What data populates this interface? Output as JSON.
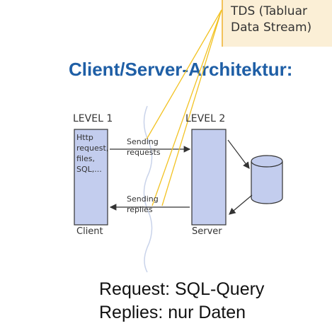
{
  "callout": {
    "line1": "TDS (Tabluar",
    "line2": "Data Stream)"
  },
  "heading": "Client/Server-Architektur:",
  "diagram": {
    "level1": "LEVEL 1",
    "level2": "LEVEL 2",
    "client_content": [
      "Http",
      "request,",
      "files,",
      "SQL,..."
    ],
    "client_label": "Client",
    "server_label": "Server",
    "sending_requests": [
      "Sending",
      "requests"
    ],
    "sending_replies": [
      "Sending",
      "replies"
    ]
  },
  "footer": {
    "line1": "Request: SQL-Query",
    "line2": "Replies: nur Daten"
  },
  "colors": {
    "heading": "#1f5fa6",
    "box_fill": "#c3cdee",
    "callout_bg": "#fbefd6",
    "callout_line": "#f2c25a"
  }
}
